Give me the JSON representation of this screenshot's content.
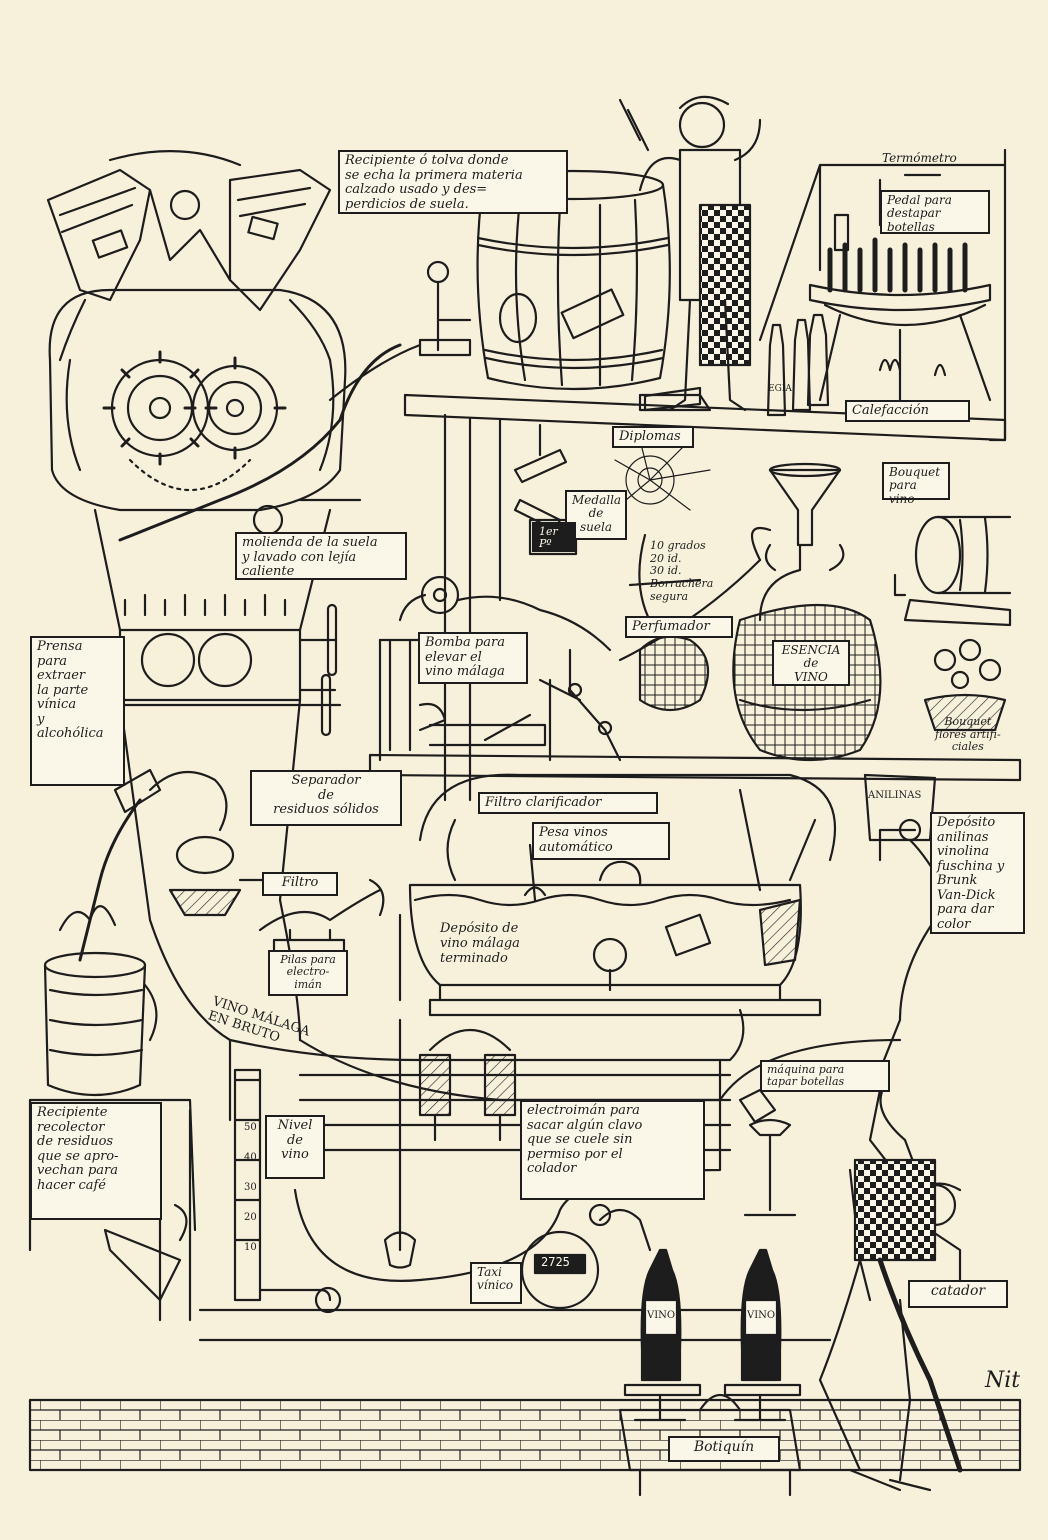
{
  "labels": {
    "recipiente_tolva": "Recipiente ó tolva donde\nse echa la primera materia\ncalzado usado y des=\nperdicios de suela.",
    "termometro": "Termómetro",
    "pedal": "Pedal para\ndestapar\nbotellas",
    "calefaccion": "Calefacción",
    "diploma": "Diplomas",
    "bouquet_vino": "Bouquet\npara vino",
    "medalla": "Medalla\nde\nsuela",
    "premio": "1er Pº",
    "grados": "10 grados\n20 id.\n30 id.\nBorrachera\nsegura",
    "molienda": "molienda de la suela\ny lavado con lejía\ncaliente",
    "bomba": "Bomba para\nelevar el\nvino málaga",
    "perfumador": "Perfumador",
    "esencia": "ESENCIA\nde\nVINO",
    "prensa": "Prensa\npara\nextraer\nla parte\nvínica\ny\nalcohólica",
    "bouquet_flores": "Bouquet\nflores artifi-\nciales",
    "anilinas_bote": "ANILINAS",
    "separador": "Separador\nde\nresiduos sólidos",
    "filtro_clarificador": "Filtro clarificador",
    "pesavinos": "Pesa vinos\nautomático",
    "deposito_anilinas": "Depósito\nanilinas\nvinolina\nfuschina y\nBrunk\nVan-Dick\npara dar\ncolor",
    "filtro": "Filtro",
    "deposito_vino": "Depósito de\nvino málaga\nterminado",
    "pilas": "Pilas para\nelectro-\nimán",
    "vino_bruto": "VINO MÁLAGA\nEN BRUTO",
    "maquina_tapar": "máquina para\ntapar botellas",
    "recipiente_recolector": "Recipiente\nrecolector\nde residuos\nque se apro-\nvechan para\nhacer café",
    "nivel": "Nivel\nde\nvino",
    "electroiman": "electroimán para\nsacar algún clavo\nque se cuele sin\npermiso por el\ncolador",
    "catador": "catador",
    "taxi": "Taxi\nvínico",
    "taxi_display": "2725",
    "botiquin": "Botiquín",
    "firma": "Nit",
    "escala": [
      "50",
      "40",
      "30",
      "20",
      "10"
    ],
    "botella_vino": "VINO",
    "botella_marca": "EGIA"
  },
  "colors": {
    "paper": "#f7f1dc",
    "ink": "#1d1d1d"
  }
}
